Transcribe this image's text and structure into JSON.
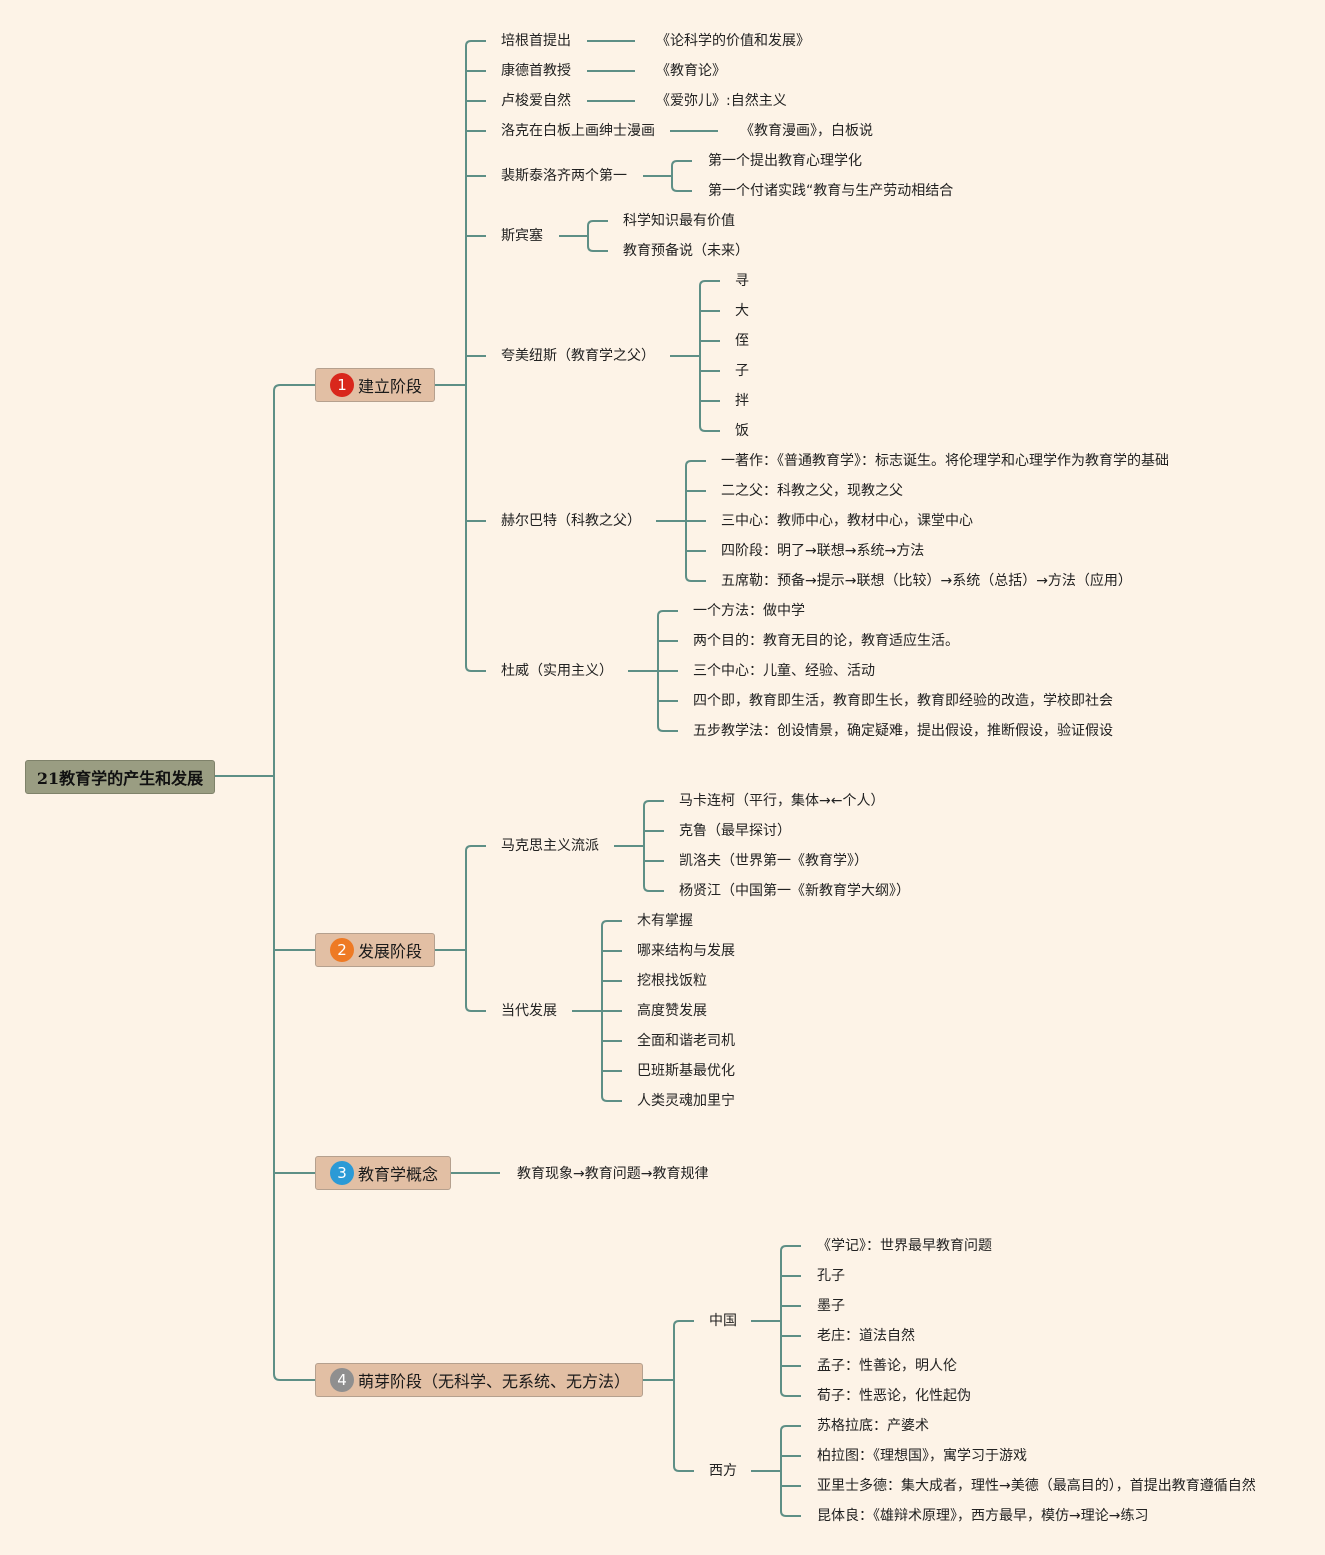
{
  "root": "21教育学的产生和发展",
  "colors": {
    "background": "#fdf3e7",
    "connector": "#5e8f86",
    "root_fill": "#9a9d82",
    "branch_fill": "#e2bfa4",
    "badge_red": "#d9271c",
    "badge_orange": "#ee7a24",
    "badge_blue": "#2b9ad6",
    "badge_gray": "#8f8f8f"
  },
  "branches": [
    {
      "badge": "1",
      "badge_color": "#d9271c",
      "label": "建立阶段",
      "children": [
        {
          "label": "培根首提出",
          "children": [
            {
              "label": "《论科学的价值和发展》"
            }
          ]
        },
        {
          "label": "康德首教授",
          "children": [
            {
              "label": "《教育论》"
            }
          ]
        },
        {
          "label": "卢梭爱自然",
          "children": [
            {
              "label": "《爱弥儿》:自然主义"
            }
          ]
        },
        {
          "label": "洛克在白板上画绅士漫画",
          "children": [
            {
              "label": "《教育漫画》，白板说"
            }
          ]
        },
        {
          "label": "裴斯泰洛齐两个第一",
          "children": [
            {
              "label": "第一个提出教育心理学化"
            },
            {
              "label": "第一个付诸实践“教育与生产劳动相结合"
            }
          ]
        },
        {
          "label": "斯宾塞",
          "children": [
            {
              "label": "科学知识最有价值"
            },
            {
              "label": "教育预备说（未来）"
            }
          ]
        },
        {
          "label": "夸美纽斯（教育学之父）",
          "children": [
            {
              "label": "寻"
            },
            {
              "label": "大"
            },
            {
              "label": "侄"
            },
            {
              "label": "子"
            },
            {
              "label": "拌"
            },
            {
              "label": "饭"
            }
          ]
        },
        {
          "label": "赫尔巴特（科教之父）",
          "children": [
            {
              "label": "一著作：《普通教育学》：标志诞生。将伦理学和心理学作为教育学的基础"
            },
            {
              "label": "二之父：科教之父，现教之父"
            },
            {
              "label": "三中心：教师中心，教材中心，课堂中心"
            },
            {
              "label": "四阶段：明了→联想→系统→方法"
            },
            {
              "label": "五席勒：预备→提示→联想（比较）→系统（总括）→方法（应用）"
            }
          ]
        },
        {
          "label": "杜威（实用主义）",
          "children": [
            {
              "label": "一个方法：做中学"
            },
            {
              "label": "两个目的：教育无目的论，教育适应生活。"
            },
            {
              "label": "三个中心：儿童、经验、活动"
            },
            {
              "label": "四个即，教育即生活，教育即生长，教育即经验的改造，学校即社会"
            },
            {
              "label": "五步教学法：创设情景，确定疑难，提出假设，推断假设，验证假设"
            }
          ]
        }
      ]
    },
    {
      "badge": "2",
      "badge_color": "#ee7a24",
      "label": "发展阶段",
      "children": [
        {
          "label": "马克思主义流派",
          "children": [
            {
              "label": "马卡连柯（平行，集体→←个人）"
            },
            {
              "label": "克鲁（最早探讨）"
            },
            {
              "label": "凯洛夫（世界第一《教育学》）"
            },
            {
              "label": "杨贤江（中国第一《新教育学大纲》）"
            }
          ]
        },
        {
          "label": "当代发展",
          "children": [
            {
              "label": "木有掌握"
            },
            {
              "label": "哪来结构与发展"
            },
            {
              "label": "挖根找饭粒"
            },
            {
              "label": "高度赞发展"
            },
            {
              "label": "全面和谐老司机"
            },
            {
              "label": "巴班斯基最优化"
            },
            {
              "label": "人类灵魂加里宁"
            }
          ]
        }
      ]
    },
    {
      "badge": "3",
      "badge_color": "#2b9ad6",
      "label": "教育学概念",
      "children": [
        {
          "label": "教育现象→教育问题→教育规律"
        }
      ]
    },
    {
      "badge": "4",
      "badge_color": "#8f8f8f",
      "label": "萌芽阶段（无科学、无系统、无方法）",
      "children": [
        {
          "label": "中国",
          "children": [
            {
              "label": "《学记》：世界最早教育问题"
            },
            {
              "label": "孔子"
            },
            {
              "label": "墨子"
            },
            {
              "label": "老庄：道法自然"
            },
            {
              "label": "孟子：性善论，明人伦"
            },
            {
              "label": "荀子：性恶论，化性起伪"
            }
          ]
        },
        {
          "label": "西方",
          "children": [
            {
              "label": "苏格拉底：产婆术"
            },
            {
              "label": "柏拉图：《理想国》，寓学习于游戏"
            },
            {
              "label": "亚里士多德：集大成者，理性→美德（最高目的），首提出教育遵循自然"
            },
            {
              "label": "昆体良：《雄辩术原理》，西方最早，模仿→理论→练习"
            }
          ]
        }
      ]
    }
  ]
}
